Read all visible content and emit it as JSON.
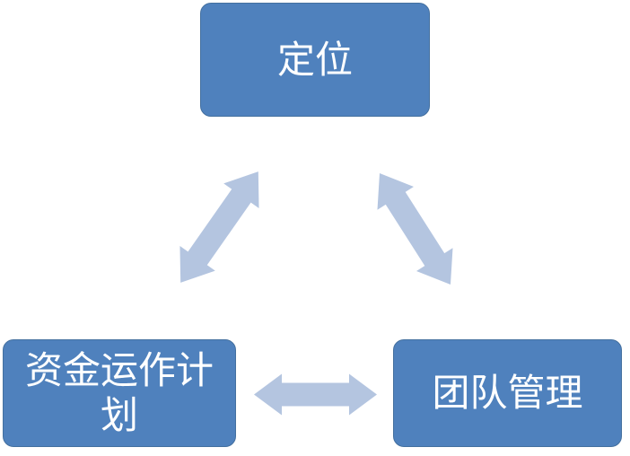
{
  "diagram": {
    "type": "cycle",
    "nodes": [
      {
        "id": "positioning",
        "label": "定位"
      },
      {
        "id": "capital-operation-plan",
        "label": "资金运作计划"
      },
      {
        "id": "team-management",
        "label": "团队管理"
      }
    ],
    "connectors": [
      {
        "from": "positioning",
        "to": "capital-operation-plan",
        "style": "double-headed"
      },
      {
        "from": "positioning",
        "to": "team-management",
        "style": "double-headed"
      },
      {
        "from": "capital-operation-plan",
        "to": "team-management",
        "style": "double-headed"
      }
    ]
  },
  "colors": {
    "background": "#FFFFFF",
    "node_fill": "#4F81BD",
    "node_border": "#44709F",
    "node_text": "#FFFFFF",
    "arrow_fill": "#B4C5E0"
  }
}
